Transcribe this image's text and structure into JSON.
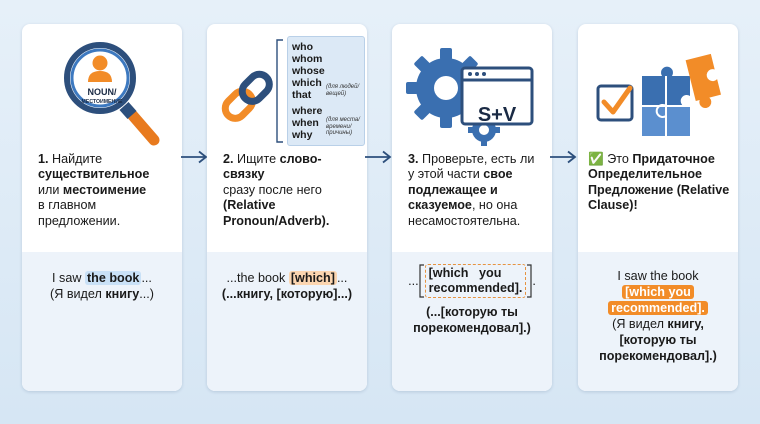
{
  "cards": [
    {
      "icon": "magnifier-person-icon",
      "icon_text_1": "NOUN/",
      "icon_text_2": "МЕСТОИМЕНИЕ",
      "step_num": "1.",
      "step_p1": "Найдите",
      "step_b1": "существительное",
      "step_p2": "или",
      "step_b2": "местоимение",
      "step_p3": "в главном предложении.",
      "ex_line1_pre": "I saw ",
      "ex_line1_hl": "the book",
      "ex_line1_post": "...",
      "ex_line2_pre": "(Я видел ",
      "ex_line2_b": "книгу",
      "ex_line2_post": "...)"
    },
    {
      "icon": "chain-link-icon",
      "words_a": [
        "who",
        "whom",
        "whose",
        "which",
        "that"
      ],
      "note_a": "(для людей/ вещей)",
      "words_b": [
        "where",
        "when",
        "why"
      ],
      "note_b": "(для места/ времени/ причины)",
      "step_num": "2.",
      "step_p1": "Ищите",
      "step_b1": "слово-связку",
      "step_p2": "сразу после него",
      "step_b2": "(Relative Pronoun/Adverb).",
      "ex_line1_pre": "...the book ",
      "ex_line1_hl": "[which]",
      "ex_line1_post": "...",
      "ex_line2": "(...книгу, [которую]...)"
    },
    {
      "icon": "gears-window-icon",
      "icon_text": "S+V",
      "step_num": "3.",
      "step_p1": "Проверьте, есть ли у этой части",
      "step_b1": "свое подлежащее и сказуемое",
      "step_p2": ", но она несамостоятельна.",
      "ex_which": "[which",
      "ex_you": "you",
      "ex_recommended": "recommended].",
      "ex_pre": "...",
      "ex_post": ".",
      "ex_line3": "(...[которую ты",
      "ex_line4": "порекомендовал].)"
    },
    {
      "icon": "puzzle-check-icon",
      "check": "✅",
      "step_p1": "Это",
      "step_b1": "Придаточное Определительное Предложение (Relative Clause)!",
      "ex_line1": "I saw the book",
      "ex_hl1": "[which you",
      "ex_hl2": "recommended]",
      "ex_hl_post": ".",
      "ex_line3_pre": "(Я видел ",
      "ex_line3_b": "книгу,",
      "ex_line4": "[которую ты",
      "ex_line5": "порекомендовал].)"
    }
  ],
  "colors": {
    "blue": "#3a6fb0",
    "orange": "#f28c28",
    "arrow": "#2d4f7c"
  }
}
